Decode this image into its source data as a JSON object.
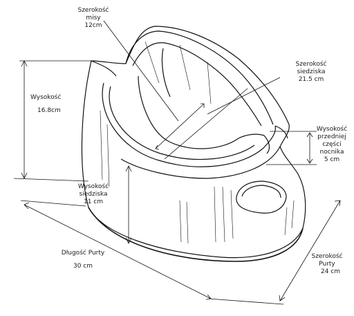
{
  "colors": {
    "line": "#111111",
    "text": "#1a1a1a",
    "background": "#ffffff"
  },
  "labels": {
    "bowl_width": {
      "title": "Szerokość",
      "line2": "misy",
      "value": "12cm"
    },
    "seat_width": {
      "title": "Szerokość",
      "line2": "siedziska",
      "value": "21.5 cm"
    },
    "height": {
      "title": "Wysokość",
      "value": "16.8cm"
    },
    "front_height": {
      "title": "Wysokość",
      "line2": "przedniej",
      "line3": "części",
      "line4": "nocnika",
      "value": "5 cm"
    },
    "seat_height": {
      "title": "Wysokość",
      "line2": "siedziska",
      "value": "11 cm"
    },
    "length": {
      "title": "Długość Purty",
      "value": "30 cm"
    },
    "width": {
      "title": "Szerokość",
      "line2": "Purty",
      "value": "24 cm"
    }
  }
}
